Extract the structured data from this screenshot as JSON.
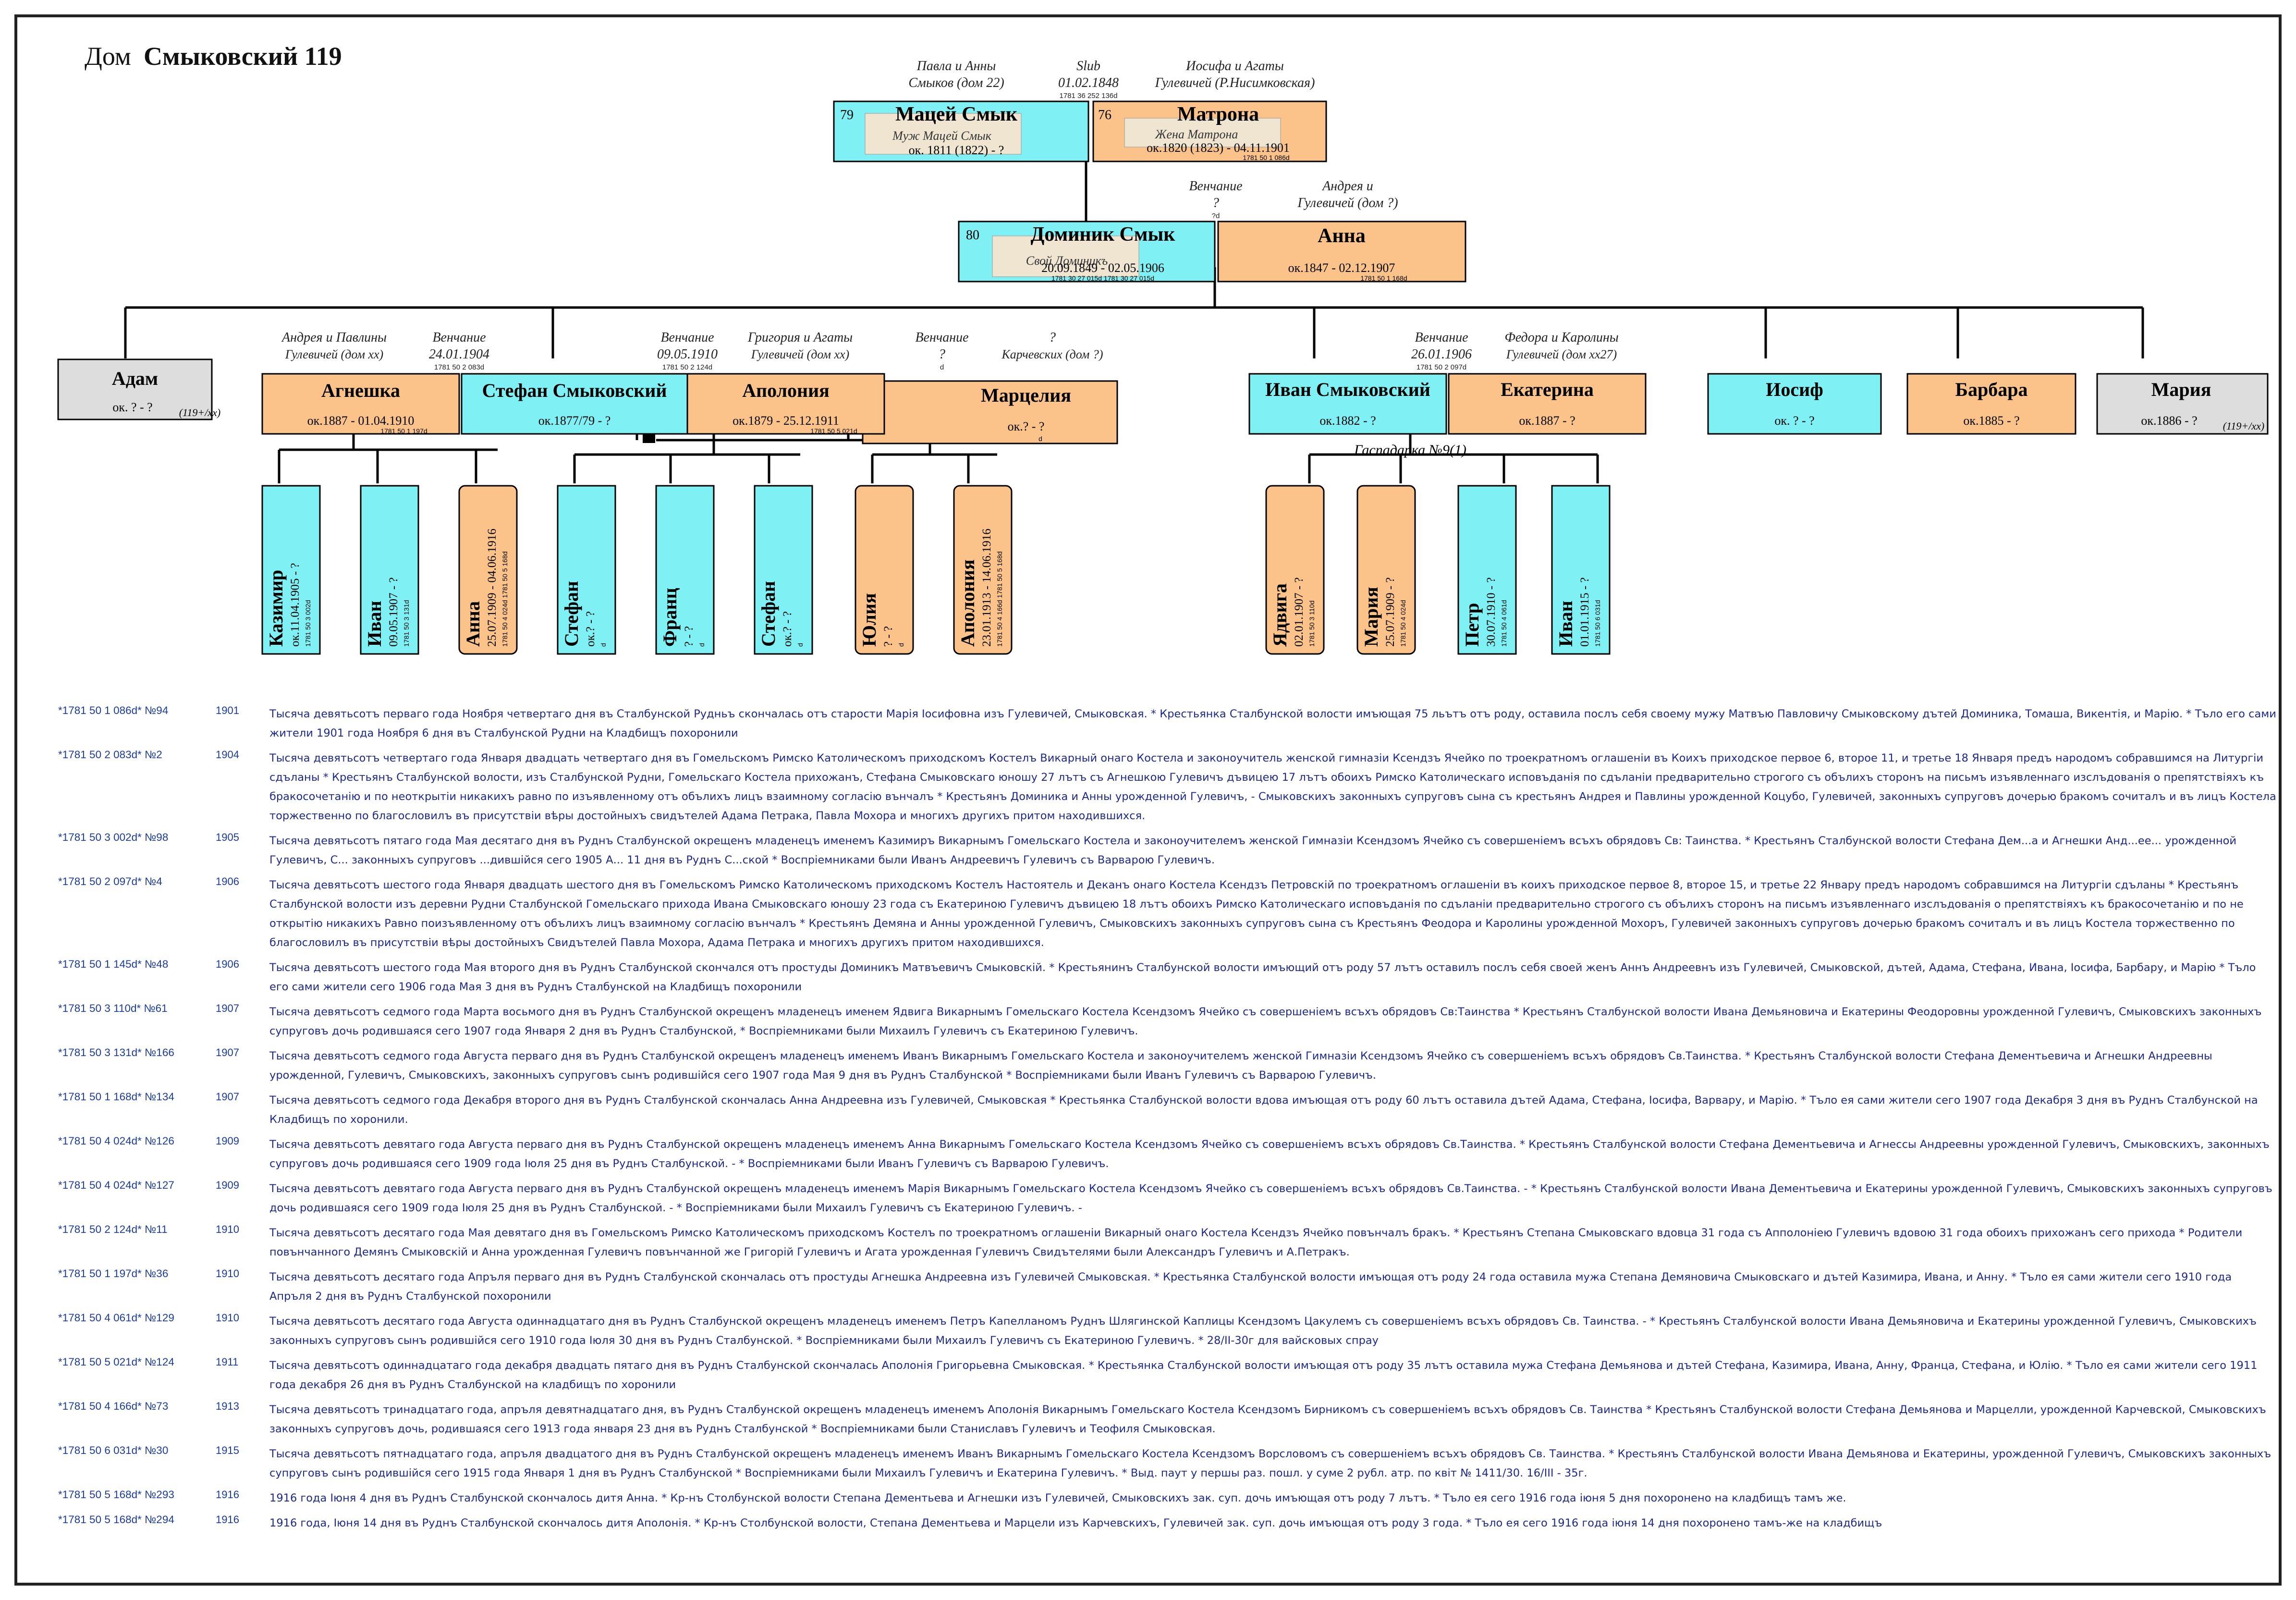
{
  "header": {
    "label": "Дом",
    "name": "Смыковский 119"
  },
  "colors": {
    "male": "#7ff0f4",
    "female": "#fbc38a",
    "unknown": "#dddddd",
    "text_blue": "#1d2a8c",
    "line": "#000000",
    "red": "#cc0000"
  },
  "family_tree": {
    "gen1": {
      "husband": {
        "num": "79",
        "name": "Мацей Смык",
        "dates": "ок. 1811 (1822) - ?",
        "parents": [
          "Павла и Анны",
          "Смыков (дом 22)"
        ],
        "signature": "Муж Мацей Смык"
      },
      "wife": {
        "num": "76",
        "name": "Матрона",
        "dates": "ок.1820 (1823) - 04.11.1901",
        "ref": "1781 50 1 086d",
        "parents": [
          "Иосифа и Агаты",
          "Гулевичей (Р.Нисимковская)"
        ],
        "signature": "Жена Матрона"
      },
      "marriage": [
        "Slub",
        "01.02.1848",
        "1781 36 252 136d"
      ]
    },
    "gen2": {
      "husband": {
        "num": "80",
        "name": "Доминик Смык",
        "dates": "20.09.1849 - 02.05.1906",
        "refs": "1781 30 27 015d       1781 30 27 015d",
        "signature": "Свой Доминикъ"
      },
      "wife": {
        "name": "Анна",
        "dates": "ок.1847 - 02.12.1907",
        "ref": "1781 50 1 168d",
        "parents": [
          "Андрея и",
          "Гулевичей (дом ?)"
        ]
      },
      "marriage": [
        "Венчание",
        "?",
        "?d"
      ]
    },
    "children": [
      {
        "name": "Адам",
        "dates": "ок. ? - ?",
        "note": "(119+/xx)"
      },
      {
        "name": "Стефан Смыковский",
        "dates": "ок.1877/79 - ?"
      },
      {
        "name": "Иван Смыковский",
        "dates": "ок.1882 - ?"
      },
      {
        "name": "Иосиф",
        "dates": "ок. ? - ?"
      },
      {
        "name": "Барбара",
        "dates": "ок.1885 - ?"
      },
      {
        "name": "Мария",
        "dates": "ок.1886 - ?",
        "note": "(119+/xx)"
      }
    ],
    "stefan_wives": [
      {
        "name": "Агнешка",
        "dates": "ок.1887 - 01.04.1910",
        "ref": "1781 50 1 197d",
        "parents": [
          "Андрея и Павлины",
          "Гулевичей (дом xx)"
        ],
        "marriage": [
          "Венчание",
          "24.01.1904",
          "1781 50 2 083d"
        ]
      },
      {
        "name": "Аполония",
        "dates": "ок.1879 - 25.12.1911",
        "ref": "1781 50 5 021d",
        "parents": [
          "Григория и Агаты",
          "Гулевичей (дом xx)"
        ],
        "marriage": [
          "Венчание",
          "09.05.1910",
          "1781 50 2 124d"
        ]
      },
      {
        "name": "Марцелия",
        "dates": "ок.? - ?",
        "ref": "d",
        "parents": [
          "?",
          "Карчевских (дом ?)"
        ],
        "marriage": [
          "Венчание",
          "?",
          "d"
        ]
      }
    ],
    "ivan_wife": {
      "name": "Екатерина",
      "dates": "ок.1887 - ?",
      "parents": [
        "Федора и Каролины",
        "Гулевичей (дом xx27)"
      ],
      "marriage": [
        "Венчание",
        "26.01.1906",
        "1781 50 2 097d"
      ]
    },
    "ivan_note": "Гаспадарка №9(1)",
    "grandchildren": [
      {
        "name": "Казимир",
        "dates": "ок.11.04.1905 - ?",
        "ref": "1781 50 3 002d"
      },
      {
        "name": "Иван",
        "dates": "09.05.1907 - ?",
        "ref": "1781 50 3 131d"
      },
      {
        "name": "Анна",
        "dates": "25.07.1909 - 04.06.1916",
        "ref": "1781 50 4 024d  1781 50 5 168d"
      },
      {
        "name": "Стефан",
        "dates": "ок.? - ?",
        "ref": "d"
      },
      {
        "name": "Франц",
        "dates": "? - ?",
        "ref": "d"
      },
      {
        "name": "Стефан",
        "dates": "ок.? - ?",
        "ref": "d"
      },
      {
        "name": "Юлия",
        "dates": "? - ?",
        "ref": "d"
      },
      {
        "name": "Аполония",
        "dates": "23.01.1913 - 14.06.1916",
        "ref": "1781 50 4 166d  1781 50 5 168d"
      },
      {
        "name": "Ядвига",
        "dates": "02.01.1907 - ?",
        "ref": "1781 50 3 110d"
      },
      {
        "name": "Мария",
        "dates": "25.07.1909 - ?",
        "ref": "1781 50 4 024d"
      },
      {
        "name": "Петр",
        "dates": "30.07.1910 - ?",
        "ref": "1781 50 4 061d"
      },
      {
        "name": "Иван",
        "dates": "01.01.1915 - ?",
        "ref": "1781 50 6 031d"
      }
    ]
  },
  "records": [
    {
      "src": "*1781 50 1 086d* №94",
      "year": "1901",
      "text": "Тысяча девятьсотъ перваго года Ноября четвертаго дня въ Сталбунской Рудньъ скончалась отъ старости Марія Іосифовна изъ Гулевичей, Смыковская. * Крестьянка Сталбунской волости имъющая 75 льътъ отъ роду, оставила послъ себя своему мужу Матвъю Павловичу Смыковскому дътей Доминика, Томаша, Викентія, и Марію. * Тъло его сами жители 1901 года Ноября 6 дня въ Сталбунской Рудни на Кладбищъ похоронили"
    },
    {
      "src": "*1781 50 2 083d* №2",
      "year": "1904",
      "text": "Тысяча девятьсотъ четвертаго года Января двадцать четвертаго дня въ Гомельскомъ Римско Католическомъ приходскомъ Костелъ Викарный онаго Костела и законоучитель женской гимназіи Ксендзъ Ячейко по троекратномъ оглашеніи въ Коихъ приходское первое 6, второе 11, и третье 18 Января предъ народомъ собравшимся на Литургіи сдъланы * Крестьянъ Сталбунской волости, изъ Сталбунской Рудни, Гомельскаго Костела прихожанъ, Стефана Смыковскаго юношу 27 лътъ съ Агнешкою Гулевичъ дъвицею 17 лътъ обоихъ Римско Католическаго исповъданія по сдъланіи предварительно строгого съ обълихъ сторонъ на письмъ изъявленнаго изслъдованія о препятствіяхъ къ бракосочетанію и по неоткрытіи никакихъ равно по изъявленному отъ обълихъ лицъ взаимному согласію вънчалъ * Крестьянъ Доминика и Анны урожденной Гулевичъ, - Смыковскихъ законныхъ супруговъ сына съ крестьянъ Андрея и Павлины урожденной Коцубо, Гулевичей, законныхъ супруговъ дочерью бракомъ сочиталъ и въ лицъ Костела торжественно по благословилъ въ присутствіи вѣры достойныхъ свидътелей Адама Петрака, Павла Мохора и многихъ другихъ притом находившихся."
    },
    {
      "src": "*1781 50 3 002d* №98",
      "year": "1905",
      "text": "Тысяча девятьсотъ пятаго года Мая десятаго дня въ Руднъ Сталбунской окрещенъ младенецъ именемъ Казимиръ Викарнымъ Гомельскаго Костела и законоучителемъ женской Гимназіи Ксендзомъ Ячейко съ совершеніемъ всъхъ обрядовъ Св: Таинства. * Крестьянъ Сталбунской волости Стефана Дем...а и Агнешки Анд...ее... урожденной Гулевичъ, С... законныхъ супруговъ ...дившійся сего 1905 А... 11 дня въ Руднъ С...ской * Воспріемниками были Иванъ Андреевичъ Гулевичъ съ Варварою Гулевичъ."
    },
    {
      "src": "*1781 50 2 097d* №4",
      "year": "1906",
      "text": "Тысяча девятьсотъ шестого года Января двадцать шестого дня въ Гомельскомъ Римско Католическомъ приходскомъ Костелъ Настоятель и Деканъ онаго Костела Ксендзъ Петровскій по троекратномъ оглашеніи въ коихъ приходское первое 8, второе 15, и третье 22 Январу предъ народомъ собравшимся на Литургіи сдъланы * Крестьянъ Сталбунской волости изъ деревни Рудни Сталбунской Гомельскаго прихода Ивана Смыковскаго юношу 23 года съ Екатериною Гулевичъ дъвицею 18 лътъ обоихъ Римско Католическаго исповъданія по сдъланіи предварительно строгого съ обълихъ сторонъ на письмъ изъявленнаго изслъдованія о препятствіяхъ къ бракосочетанію и по не открытію никакихъ Равно поизъявленному отъ обълихъ лицъ взаимному согласію вънчалъ * Крестьянъ Демяна и Анны урожденной Гулевичъ, Смыковскихъ законныхъ супруговъ сына съ Крестьянъ Феодора и Каролины урожденной Мохоръ, Гулевичей законныхъ супруговъ дочерью бракомъ сочиталъ и въ лицъ Костела торжественно по благословилъ въ присутствіи вѣры достойныхъ Свидътелей Павла Мохора, Адама Петрака и многихъ другихъ притом находившихся."
    },
    {
      "src": "*1781 50 1 145d* №48",
      "year": "1906",
      "text": "Тысяча девятьсотъ шестого года Мая второго дня въ Руднъ Сталбунской скончался отъ простуды Доминикъ Матвъевичъ Смыковскій. * Крестьянинъ Сталбунской волости имъющий отъ роду 57 лътъ оставилъ послъ себя своей женъ Аннъ Андреевнъ изъ Гулевичей, Смыковской, дътей, Адама, Стефана, Ивана, Іосифа, Барбару, и Марію * Тъло его сами жители сего 1906 года Мая 3 дня въ Руднъ Сталбунской на Кладбищъ похоронили"
    },
    {
      "src": "*1781 50 3 110d* №61",
      "year": "1907",
      "text": "Тысяча девятьсотъ седмого года Марта восьмого дня въ Руднъ Сталбунской окрещенъ младенецъ именем Ядвига Викарнымъ Гомельскаго Костела Ксендзомъ Ячейко съ совершеніемъ всъхъ обрядовъ Св:Таинства * Крестьянъ Сталбунской волости Ивана Демьяновича и Екатерины Феодоровны урожденной Гулевичъ, Смыковскихъ законныхъ супруговъ дочь родившаяся сего 1907 года Января 2 дня въ Руднъ Сталбунской, * Воспріемниками были Михаилъ Гулевичъ съ Екатериною Гулевичъ."
    },
    {
      "src": "*1781 50 3 131d* №166",
      "year": "1907",
      "text": "Тысяча девятьсотъ седмого года Августа перваго дня въ Руднъ Сталбунской окрещенъ младенецъ именемъ Иванъ Викарнымъ Гомельскаго Костела и законоучителемъ женской Гимназіи Ксендзомъ Ячейко съ совершеніемъ всъхъ обрядовъ Св.Таинства. * Крестьянъ Сталбунской волости Стефана Дементьевича и Агнешки Андреевны урожденной, Гулевичъ, Смыковскихъ, законныхъ супруговъ сынъ родившійся сего 1907 года Мая 9 дня въ Руднъ Сталбунской * Воспріемниками были Иванъ Гулевичъ съ Варварою Гулевичъ."
    },
    {
      "src": "*1781 50 1 168d* №134",
      "year": "1907",
      "text": "Тысяча девятьсотъ седмого года Декабря второго дня въ Руднъ Сталбунской скончалась Анна Андреевна изъ Гулевичей, Смыковская * Крестьянка Сталбунской волости вдова имъющая отъ роду 60 лътъ оставила дътей Адама, Стефана, Іосифа, Варвару, и Марію. * Тъло ея сами жители сего 1907 года Декабря 3 дня въ Руднъ Сталбунской на Кладбищъ по хоронили."
    },
    {
      "src": "*1781 50 4 024d* №126",
      "year": "1909",
      "text": "Тысяча девятьсотъ девятаго года Августа перваго дня въ Руднъ Сталбунской окрещенъ младенецъ именемъ Анна Викарнымъ Гомельскаго Костела Ксендзомъ Ячейко съ совершеніемъ всъхъ обрядовъ Св.Таинства. * Крестьянъ Сталбунской волости Стефана Дементьевича и Агнессы Андреевны урожденной Гулевичъ, Смыковскихъ, законныхъ супруговъ дочь родившаяся сего 1909 года Іюля 25 дня въ Руднъ Сталбунской. - * Воспріемниками были Иванъ Гулевичъ съ Варварою Гулевичъ."
    },
    {
      "src": "*1781 50 4 024d* №127",
      "year": "1909",
      "text": "Тысяча девятьсотъ девятаго года Августа перваго дня въ Руднъ Сталбунской окрещенъ младенецъ именемъ Марія Викарнымъ Гомельскаго Костела Ксендзомъ Ячейко съ совершеніемъ всъхъ обрядовъ Св.Таинства. - * Крестьянъ Сталбунской волости Ивана Дементьевича и Екатерины урожденной Гулевичъ, Смыковскихъ законныхъ супруговъ дочь родившаяся сего 1909 года Іюля 25 дня въ Руднъ Сталбунской. - * Воспріемниками были Михаилъ Гулевичъ съ Екатериною Гулевичъ. -"
    },
    {
      "src": "*1781 50 2 124d* №11",
      "year": "1910",
      "text": "Тысяча девятьсотъ десятаго года Мая девятаго дня въ Гомельскомъ Римско Католическомъ приходскомъ Костелъ по троекратномъ оглашеніи Викарный онаго Костела Ксендзъ Ячейко повънчалъ бракъ. * Крестьянъ Степана Смыковскаго вдовца 31 года съ Апполоніею Гулевичъ вдовою 31 года обоихъ прихожанъ сего прихода * Родители повънчанного Демянъ Смыковскій и Анна урожденная Гулевичъ повънчанной же Григорій Гулевичъ и Агата урожденная Гулевичъ Свидътелями были Александръ Гулевичъ и А.Петракъ."
    },
    {
      "src": "*1781 50 1 197d* №36",
      "year": "1910",
      "text": "Тысяча девятьсотъ десятаго года Апръля перваго дня въ Руднъ Сталбунской скончалась отъ простуды Агнешка Андреевна изъ Гулевичей Смыковская. * Крестьянка Сталбунской волости имъющая отъ роду 24 года оставила мужа Степана Демяновича Смыковскаго и дътей Казимира, Ивана, и Анну. * Тъло ея сами жители сего 1910 года Апръля 2 дня въ Руднъ Сталбунской похоронили"
    },
    {
      "src": "*1781 50 4 061d* №129",
      "year": "1910",
      "text": "Тысяча девятьсотъ десятаго года Августа одиннадцатаго дня въ Руднъ Сталбунской окрещенъ младенецъ именемъ Петръ Капелланомъ Руднъ Шлягинской Каплицы Ксендзомъ Цакулемъ съ совершеніемъ всъхъ обрядовъ Св. Таинства. - * Крестьянъ Сталбунской волости Ивана Демьяновича и Екатерины урожденной Гулевичъ, Смыковскихъ законныхъ супруговъ сынъ родившійся сего 1910 года Іюля 30 дня въ Руднъ Сталбунской. * Воспріемниками были Михаилъ Гулевичъ съ Екатериною Гулевичъ. * 28/II-30г для вайсковых спрау"
    },
    {
      "src": "*1781 50 5 021d* №124",
      "year": "1911",
      "text": "Тысяча девятьсотъ одиннадцатаго года декабря двадцать пятаго дня въ Руднъ Сталбунской скончалась Аполонія Григорьевна Смыковская. * Крестьянка Сталбунской волости имъющая отъ роду 35 лътъ оставила мужа Стефана Демьянова и дътей Стефана, Казимира, Ивана, Анну, Франца, Стефана, и Юлію. * Тъло ея сами жители сего 1911 года декабря 26 дня въ Руднъ Сталбунской на кладбищъ по хоронили"
    },
    {
      "src": "*1781 50 4 166d* №73",
      "year": "1913",
      "text": "Тысяча девятьсотъ тринадцатаго года, апръля девятнадцатаго дня, въ Руднъ Сталбунской окрещенъ младенецъ именемъ Аполонія Викарнымъ Гомельскаго Костела Ксендзомъ Бирникомъ съ совершеніемъ всъхъ обрядовъ Св. Таинства * Крестьянъ Сталбунской волости Стефана Демьянова и Марцелли, урожденной Карчевской, Смыковскихъ законныхъ супруговъ дочь, родившаяся сего 1913 года января 23 дня въ Руднъ Сталбунской * Воспріемниками были Станиславъ Гулевичъ и Теофиля Смыковская."
    },
    {
      "src": "*1781 50 6 031d* №30",
      "year": "1915",
      "text": "Тысяча девятьсотъ пятнадцатаго года, апръля двадцатого дня въ Руднъ Сталбунской окрещенъ младенецъ именемъ Иванъ Викарнымъ Гомельскаго Костела Ксендзомъ Ворсловомъ съ совершеніемъ всъхъ обрядовъ Св. Таинства. * Крестьянъ Сталбунской волости Ивана Демьянова и Екатерины, урожденной Гулевичъ, Смыковскихъ законныхъ супруговъ сынъ родившійся сего 1915 года Января 1 дня въ Руднъ Сталбунской * Воспріемниками были Михаилъ Гулевичъ и Екатерина Гулевичъ. * Выд. паут у першы раз. пошл. у суме 2 рубл. атр. по квіт № 1411/30. 16/III - 35г."
    },
    {
      "src": "*1781 50 5 168d* №293",
      "year": "1916",
      "text": "1916 года Іюня 4 дня въ Руднъ Сталбунской скончалось дитя Анна. * Кр-нъ Столбунской волости Степана Дементьева и Агнешки изъ Гулевичей, Смыковскихъ зак. суп. дочь имъющая отъ роду 7 лътъ. * Тъло ея сего 1916 года іюня 5 дня похоронено на кладбищъ тамъ же."
    },
    {
      "src": "*1781 50 5 168d* №294",
      "year": "1916",
      "text": "1916 года, Іюня 14 дня въ Руднъ Сталбунской скончалось дитя Аполонія. * Кр-нъ Столбунской волости, Степана Дементьева и Марцели изъ Карчевскихъ, Гулевичей зак. суп. дочь имъющая отъ роду 3 года. * Тъло ея сего 1916 года іюня 14 дня похоронено тамъ-же на кладбищъ"
    }
  ]
}
